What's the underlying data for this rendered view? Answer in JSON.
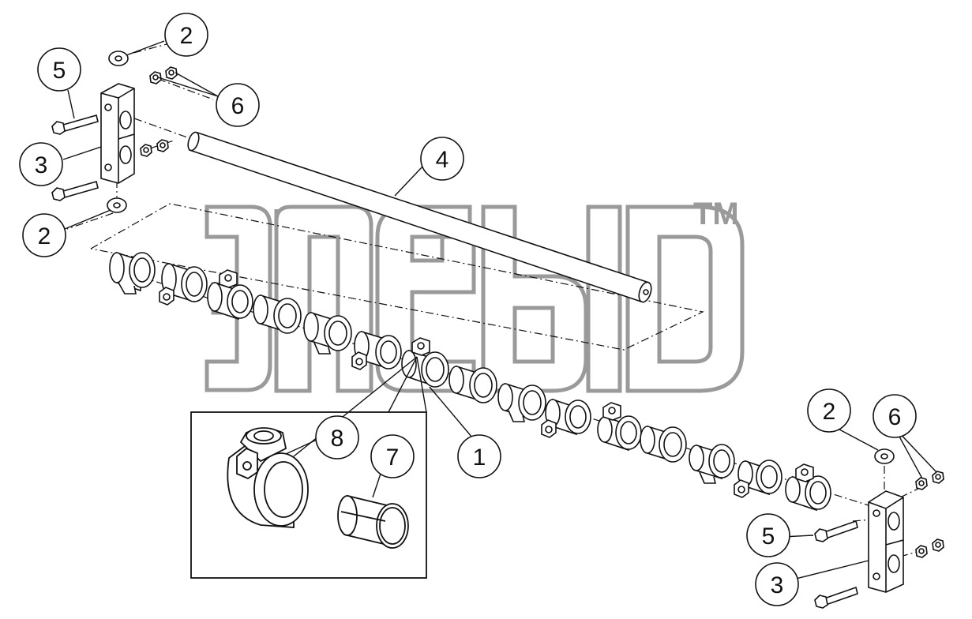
{
  "colors": {
    "line": "#111111",
    "watermark": "#9a9a9a",
    "fill": "#ffffff",
    "shade": "#d9d9d9"
  },
  "watermark": {
    "trademark": "TM"
  },
  "callouts": {
    "c2_top_left": "2",
    "c5_left": "5",
    "c6_top_left": "6",
    "c3_left": "3",
    "c2_mid_left": "2",
    "c4": "4",
    "c8": "8",
    "c7": "7",
    "c1": "1",
    "c2_right": "2",
    "c6_right": "6",
    "c5_right": "5",
    "c3_right": "3"
  }
}
